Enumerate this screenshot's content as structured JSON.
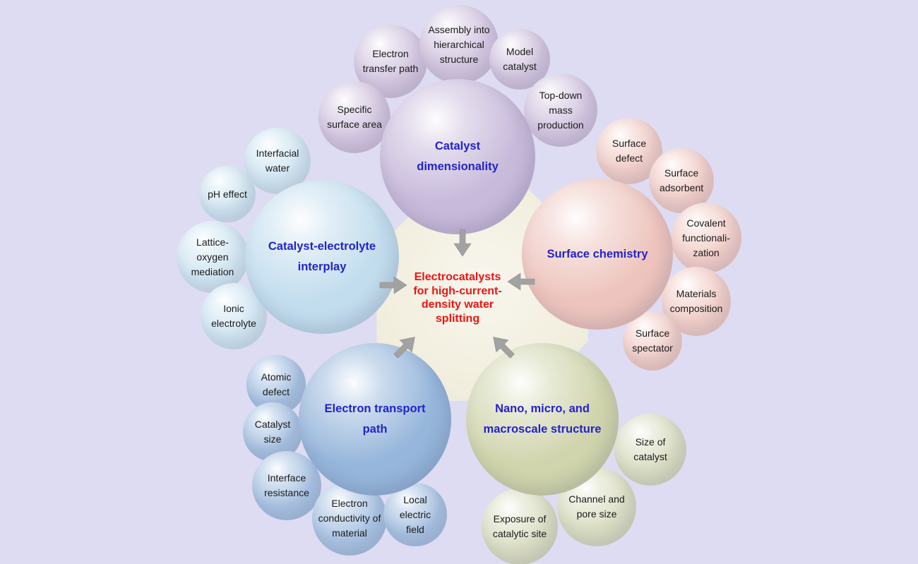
{
  "palette": {
    "background_color": "#dedcf2",
    "octagon_color": "#f2efdf",
    "cluster_label_color": "#2323cb",
    "satellite_text_color": "#1b1b1b",
    "center_text_color": "#ee1411",
    "arrow_color": "#a2a2a2"
  },
  "center": {
    "lines": [
      "Electrocatalysts",
      "for high-current-",
      "density water",
      "splitting"
    ]
  },
  "clusters": [
    {
      "name": "catalyst-dimensionality",
      "label": "Catalyst dimensionality",
      "color": "#c8badb",
      "satellite_color": "#d4c7e1",
      "satellites": [
        "Electron transfer path",
        "Assembly into hierarchical structure",
        "Model catalyst",
        "Specific surface area",
        "Top-down mass production"
      ]
    },
    {
      "name": "surface-chemistry",
      "label": "Surface chemistry",
      "color": "#eec5be",
      "satellite_color": "#f3d0ca",
      "satellites": [
        "Surface defect",
        "Surface adsorbent",
        "Covalent functionali-zation",
        "Materials composition",
        "Surface spectator"
      ]
    },
    {
      "name": "catalyst-electrolyte-interplay",
      "label": "Catalyst-electrolyte interplay",
      "color": "#c2ddee",
      "satellite_color": "#d2e7f3",
      "satellites": [
        "Interfacial water",
        "pH effect",
        "Lattice-oxygen mediation",
        "Ionic electrolyte"
      ]
    },
    {
      "name": "electron-transport-path",
      "label": "Electron transport path",
      "color": "#96b6db",
      "satellite_color": "#abc5e4",
      "satellites": [
        "Atomic defect",
        "Catalyst size",
        "Interface resistance",
        "Electron conductivity of material",
        "Local electric field"
      ]
    },
    {
      "name": "nano-micro-macroscale-structure",
      "label": "Nano, micro, and macroscale structure",
      "color": "#d0d5ad",
      "satellite_color": "#dcdfc4",
      "satellites": [
        "Size of catalyst",
        "Channel and pore size",
        "Exposure of catalytic site"
      ]
    }
  ]
}
